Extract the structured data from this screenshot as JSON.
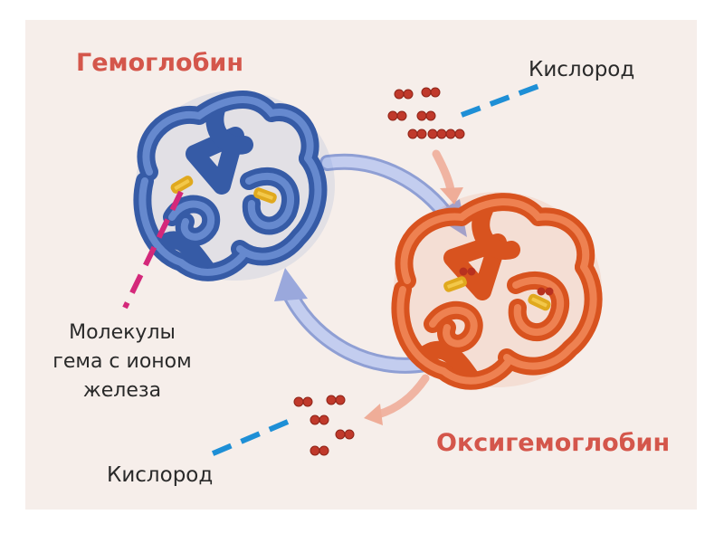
{
  "labels": {
    "hemoglobin": "Гемоглобин",
    "oxyhemoglobin": "Оксигемоглобин",
    "oxygen_top": "Кислород",
    "oxygen_bottom": "Кислород",
    "heme_line1": "Молекулы",
    "heme_line2": "гема с ионом",
    "heme_line3": "железа"
  },
  "colors": {
    "background": "#f6eeea",
    "hemoglobin_blue": "#4a6fb8",
    "oxyhemoglobin_orange": "#e8673a",
    "oxygen_red": "#c0392b",
    "pointer_magenta": "#d4287a",
    "pointer_cyan": "#1e8fd6",
    "title_red": "#d4564b",
    "cycle_arrow": "#a9b5e0",
    "oxygen_arrow": "#f2b6a4"
  },
  "icons": {
    "hemoglobin_protein": "hemoglobin-protein-icon",
    "oxyhemoglobin_protein": "oxyhemoglobin-protein-icon",
    "oxygen_molecule": "oxygen-molecule-icon"
  }
}
